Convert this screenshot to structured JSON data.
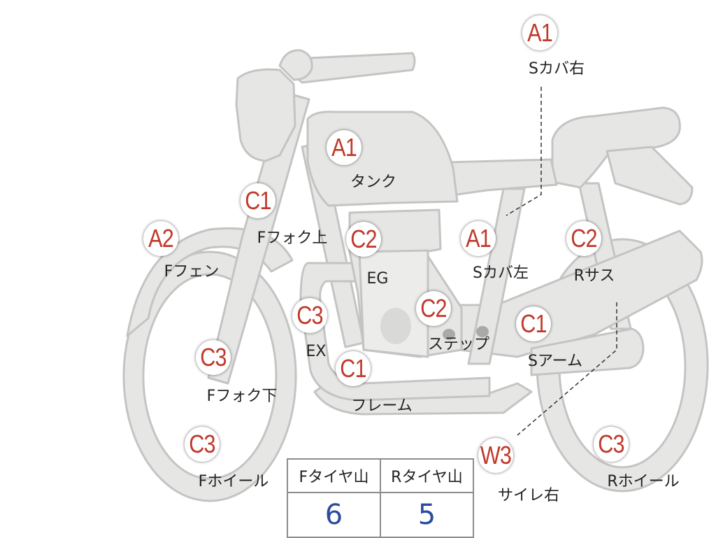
{
  "badges": {
    "s_cover_right": {
      "code": "A1",
      "label": "Sカバ右"
    },
    "tank": {
      "code": "A1",
      "label": "タンク"
    },
    "f_fork_upper": {
      "code": "C1",
      "label": "Fフォク上"
    },
    "f_fender": {
      "code": "A2",
      "label": "Fフェン"
    },
    "engine": {
      "code": "C2",
      "label": "EG"
    },
    "s_cover_left": {
      "code": "A1",
      "label": "Sカバ左"
    },
    "r_suspension": {
      "code": "C2",
      "label": "Rサス"
    },
    "exhaust": {
      "code": "C3",
      "label": "EX"
    },
    "step": {
      "code": "C2",
      "label": "ステップ"
    },
    "swing_arm": {
      "code": "C1",
      "label": "Sアーム"
    },
    "f_fork_lower": {
      "code": "C3",
      "label": "Fフォク下"
    },
    "frame": {
      "code": "C1",
      "label": "フレーム"
    },
    "f_wheel": {
      "code": "C3",
      "label": "Fホイール"
    },
    "silencer_right": {
      "code": "W3",
      "label": "サイレ右"
    },
    "r_wheel": {
      "code": "C3",
      "label": "Rホイール"
    }
  },
  "tire_table": {
    "headers": [
      "Fタイヤ山",
      "Rタイヤ山"
    ],
    "values": [
      "6",
      "5"
    ]
  },
  "colors": {
    "body_fill": "#e6e6e4",
    "body_stroke": "#c4c4c4",
    "code_red": "#c0392b",
    "value_blue": "#2b4ba0"
  }
}
